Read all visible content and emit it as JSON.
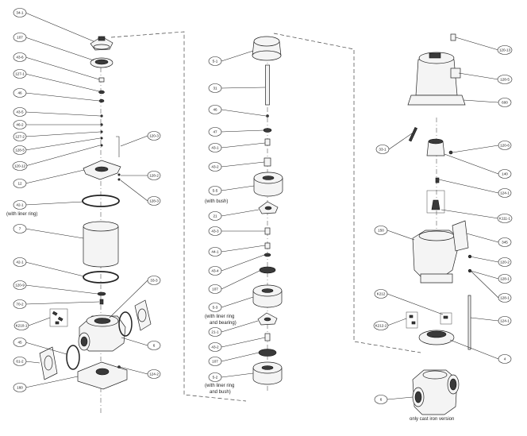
{
  "callouts": {
    "c1": "34-1",
    "c2": "107",
    "c3": "43-6",
    "c4": "127-1",
    "c5": "46",
    "c6": "43-5",
    "c7": "46-2",
    "c8": "127-2",
    "c9": "128-5",
    "c10": "120-12",
    "c11": "12",
    "c12": "120-3",
    "c13": "128-2",
    "c14": "128-3",
    "c15": "42-1",
    "c16": "7",
    "c17": "42-1",
    "c18": "120-9",
    "c19": "70-2",
    "c20": "K210-1",
    "c21": "45",
    "c22": "61-2",
    "c23": "160",
    "c24": "33-3",
    "c25": "6",
    "c26": "124-2",
    "c27": "5-1",
    "c28": "31",
    "c29": "46",
    "c30": "47",
    "c31": "43-1",
    "c32": "43-2",
    "c33": "5-5",
    "c34": "21",
    "c35": "43-3",
    "c36": "44-1",
    "c37": "43-4",
    "c38": "107",
    "c39": "5-3",
    "c40": "21-1",
    "c41": "43-2",
    "c42": "107",
    "c43": "5-2",
    "c44": "120-13",
    "c45": "128-5",
    "c46": "600",
    "c47": "33-1",
    "c48": "120-6",
    "c49": "140",
    "c50": "124-1",
    "c51": "K111-1",
    "c52": "150",
    "c53": "345",
    "c54": "120-2",
    "c55": "128-1",
    "c56": "128-1",
    "c57": "K212",
    "c58": "K212-2",
    "c59": "124-1",
    "c60": "4",
    "c61": "6"
  },
  "notes": {
    "liner_ring": "(with liner ring)",
    "bush": "(with bush)",
    "liner_ring_bearing_1": "(with liner ring",
    "liner_ring_bearing_2": "and bearing)",
    "liner_ring_bush_1": "(with liner ring",
    "liner_ring_bush_2": "and bush)",
    "cast_iron": "only cast iron version"
  }
}
